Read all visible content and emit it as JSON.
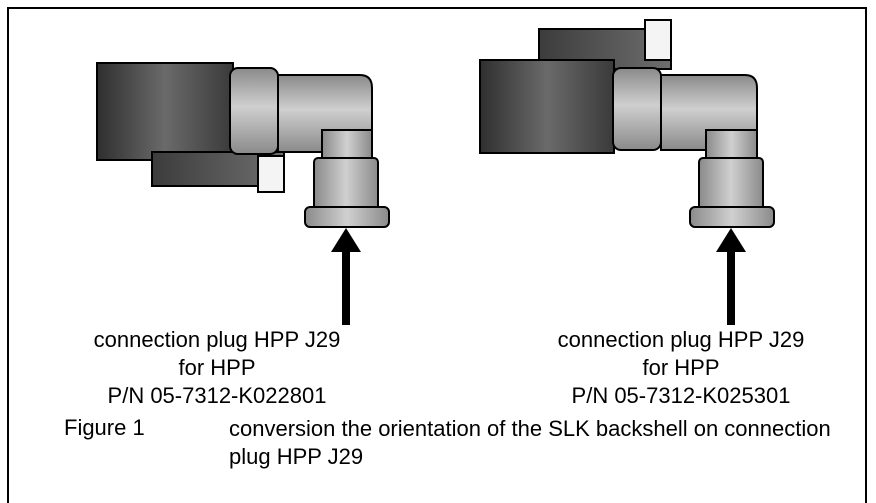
{
  "left_plug": {
    "line1": "connection plug HPP J29",
    "line2": "for HPP",
    "line3": "P/N 05-7312-K022801"
  },
  "right_plug": {
    "line1": "connection plug HPP J29",
    "line2": "for HPP",
    "line3": "P/N 05-7312-K025301"
  },
  "figure": {
    "label": "Figure 1",
    "text": "conversion the orientation of the SLK backshell on connection plug HPP J29"
  }
}
